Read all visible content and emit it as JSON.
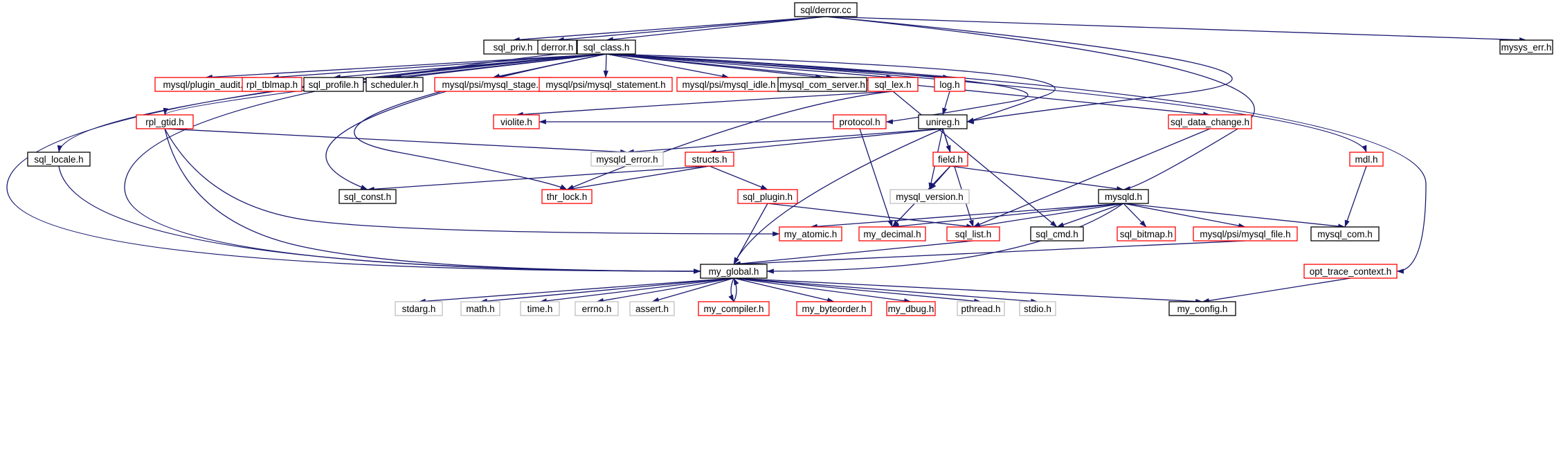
{
  "colors": {
    "edge": "#191970",
    "root_fill": "#bfbfbf",
    "border_black": "#000000",
    "border_red": "#ff0000",
    "border_gray": "#bfbfbf"
  },
  "graph": {
    "nodes": [
      {
        "id": "derror_cc",
        "label": "sql/derror.cc",
        "kind": "root"
      },
      {
        "id": "sql_priv_h",
        "label": "sql_priv.h",
        "kind": "black"
      },
      {
        "id": "derror_h",
        "label": "derror.h",
        "kind": "black"
      },
      {
        "id": "sql_class_h",
        "label": "sql_class.h",
        "kind": "black"
      },
      {
        "id": "mysys_err_h",
        "label": "mysys_err.h",
        "kind": "black"
      },
      {
        "id": "plugin_audit_h",
        "label": "mysql/plugin_audit.h",
        "kind": "red"
      },
      {
        "id": "rpl_tblmap_h",
        "label": "rpl_tblmap.h",
        "kind": "red"
      },
      {
        "id": "sql_profile_h",
        "label": "sql_profile.h",
        "kind": "black"
      },
      {
        "id": "scheduler_h",
        "label": "scheduler.h",
        "kind": "black"
      },
      {
        "id": "psi_stage_h",
        "label": "mysql/psi/mysql_stage.h",
        "kind": "red"
      },
      {
        "id": "psi_statement_h",
        "label": "mysql/psi/mysql_statement.h",
        "kind": "red"
      },
      {
        "id": "psi_idle_h",
        "label": "mysql/psi/mysql_idle.h",
        "kind": "red"
      },
      {
        "id": "mysql_com_server_h",
        "label": "mysql_com_server.h",
        "kind": "black"
      },
      {
        "id": "sql_lex_h",
        "label": "sql_lex.h",
        "kind": "red"
      },
      {
        "id": "log_h",
        "label": "log.h",
        "kind": "red"
      },
      {
        "id": "violite_h",
        "label": "violite.h",
        "kind": "red"
      },
      {
        "id": "protocol_h",
        "label": "protocol.h",
        "kind": "red"
      },
      {
        "id": "unireg_h",
        "label": "unireg.h",
        "kind": "black"
      },
      {
        "id": "sql_data_change_h",
        "label": "sql_data_change.h",
        "kind": "red"
      },
      {
        "id": "rpl_gtid_h",
        "label": "rpl_gtid.h",
        "kind": "red"
      },
      {
        "id": "sql_locale_h",
        "label": "sql_locale.h",
        "kind": "black"
      },
      {
        "id": "mysqld_error_h",
        "label": "mysqld_error.h",
        "kind": "gray"
      },
      {
        "id": "structs_h",
        "label": "structs.h",
        "kind": "red"
      },
      {
        "id": "field_h",
        "label": "field.h",
        "kind": "red"
      },
      {
        "id": "mdl_h",
        "label": "mdl.h",
        "kind": "red"
      },
      {
        "id": "sql_const_h",
        "label": "sql_const.h",
        "kind": "black"
      },
      {
        "id": "thr_lock_h",
        "label": "thr_lock.h",
        "kind": "red"
      },
      {
        "id": "mysql_version_h",
        "label": "mysql_version.h",
        "kind": "gray"
      },
      {
        "id": "sql_plugin_h",
        "label": "sql_plugin.h",
        "kind": "red"
      },
      {
        "id": "mysqld_h",
        "label": "mysqld.h",
        "kind": "black"
      },
      {
        "id": "my_atomic_h",
        "label": "my_atomic.h",
        "kind": "red"
      },
      {
        "id": "my_decimal_h",
        "label": "my_decimal.h",
        "kind": "red"
      },
      {
        "id": "sql_list_h",
        "label": "sql_list.h",
        "kind": "red"
      },
      {
        "id": "sql_cmd_h",
        "label": "sql_cmd.h",
        "kind": "black"
      },
      {
        "id": "sql_bitmap_h",
        "label": "sql_bitmap.h",
        "kind": "red"
      },
      {
        "id": "psi_file_h",
        "label": "mysql/psi/mysql_file.h",
        "kind": "red"
      },
      {
        "id": "mysql_com_h",
        "label": "mysql_com.h",
        "kind": "black"
      },
      {
        "id": "opt_trace_context_h",
        "label": "opt_trace_context.h",
        "kind": "red"
      },
      {
        "id": "my_global_h",
        "label": "my_global.h",
        "kind": "black"
      },
      {
        "id": "stdarg_h",
        "label": "stdarg.h",
        "kind": "gray"
      },
      {
        "id": "math_h",
        "label": "math.h",
        "kind": "gray"
      },
      {
        "id": "time_h",
        "label": "time.h",
        "kind": "gray"
      },
      {
        "id": "errno_h",
        "label": "errno.h",
        "kind": "gray"
      },
      {
        "id": "assert_h",
        "label": "assert.h",
        "kind": "gray"
      },
      {
        "id": "my_compiler_h",
        "label": "my_compiler.h",
        "kind": "red"
      },
      {
        "id": "my_byteorder_h",
        "label": "my_byteorder.h",
        "kind": "red"
      },
      {
        "id": "my_dbug_h",
        "label": "my_dbug.h",
        "kind": "red"
      },
      {
        "id": "pthread_h",
        "label": "pthread.h",
        "kind": "gray"
      },
      {
        "id": "stdio_h",
        "label": "stdio.h",
        "kind": "gray"
      },
      {
        "id": "my_config_h",
        "label": "my_config.h",
        "kind": "black"
      }
    ],
    "edges": [
      [
        "derror_cc",
        "sql_priv_h"
      ],
      [
        "derror_cc",
        "derror_h"
      ],
      [
        "derror_cc",
        "sql_class_h"
      ],
      [
        "derror_cc",
        "mysys_err_h"
      ],
      [
        "derror_cc",
        "unireg_h"
      ],
      [
        "derror_cc",
        "mysqld_h"
      ],
      [
        "derror_h",
        "my_global_h"
      ],
      [
        "sql_class_h",
        "plugin_audit_h"
      ],
      [
        "sql_class_h",
        "rpl_tblmap_h"
      ],
      [
        "sql_class_h",
        "sql_profile_h"
      ],
      [
        "sql_class_h",
        "scheduler_h"
      ],
      [
        "sql_class_h",
        "psi_stage_h"
      ],
      [
        "sql_class_h",
        "psi_statement_h"
      ],
      [
        "sql_class_h",
        "psi_idle_h"
      ],
      [
        "sql_class_h",
        "mysql_com_server_h"
      ],
      [
        "sql_class_h",
        "sql_lex_h"
      ],
      [
        "sql_class_h",
        "log_h"
      ],
      [
        "sql_class_h",
        "protocol_h"
      ],
      [
        "sql_class_h",
        "unireg_h"
      ],
      [
        "sql_class_h",
        "sql_data_change_h"
      ],
      [
        "sql_class_h",
        "rpl_gtid_h"
      ],
      [
        "sql_class_h",
        "sql_locale_h"
      ],
      [
        "sql_class_h",
        "sql_const_h"
      ],
      [
        "sql_class_h",
        "thr_lock_h"
      ],
      [
        "sql_class_h",
        "mdl_h"
      ],
      [
        "sql_class_h",
        "opt_trace_context_h"
      ],
      [
        "sql_class_h",
        "my_global_h"
      ],
      [
        "sql_lex_h",
        "violite_h"
      ],
      [
        "sql_lex_h",
        "thr_lock_h"
      ],
      [
        "sql_lex_h",
        "sql_cmd_h"
      ],
      [
        "log_h",
        "unireg_h"
      ],
      [
        "protocol_h",
        "violite_h"
      ],
      [
        "protocol_h",
        "my_decimal_h"
      ],
      [
        "unireg_h",
        "mysqld_error_h"
      ],
      [
        "unireg_h",
        "structs_h"
      ],
      [
        "unireg_h",
        "field_h"
      ],
      [
        "unireg_h",
        "mysql_version_h"
      ],
      [
        "unireg_h",
        "sql_list_h"
      ],
      [
        "unireg_h",
        "my_global_h"
      ],
      [
        "sql_data_change_h",
        "sql_list_h"
      ],
      [
        "rpl_gtid_h",
        "mysqld_error_h"
      ],
      [
        "rpl_gtid_h",
        "my_atomic_h"
      ],
      [
        "rpl_gtid_h",
        "my_global_h"
      ],
      [
        "sql_locale_h",
        "my_global_h"
      ],
      [
        "structs_h",
        "sql_const_h"
      ],
      [
        "structs_h",
        "thr_lock_h"
      ],
      [
        "structs_h",
        "sql_plugin_h"
      ],
      [
        "field_h",
        "mysql_version_h"
      ],
      [
        "field_h",
        "my_decimal_h"
      ],
      [
        "field_h",
        "mysqld_h"
      ],
      [
        "mdl_h",
        "mysql_com_h"
      ],
      [
        "sql_plugin_h",
        "sql_list_h"
      ],
      [
        "sql_plugin_h",
        "my_global_h"
      ],
      [
        "mysqld_h",
        "my_atomic_h"
      ],
      [
        "mysqld_h",
        "my_decimal_h"
      ],
      [
        "mysqld_h",
        "sql_list_h"
      ],
      [
        "mysqld_h",
        "sql_cmd_h"
      ],
      [
        "mysqld_h",
        "sql_bitmap_h"
      ],
      [
        "mysqld_h",
        "psi_file_h"
      ],
      [
        "mysqld_h",
        "mysql_com_h"
      ],
      [
        "mysqld_h",
        "my_global_h"
      ],
      [
        "sql_list_h",
        "my_global_h"
      ],
      [
        "psi_file_h",
        "my_global_h"
      ],
      [
        "opt_trace_context_h",
        "my_config_h"
      ],
      [
        "my_global_h",
        "stdarg_h"
      ],
      [
        "my_global_h",
        "math_h"
      ],
      [
        "my_global_h",
        "time_h"
      ],
      [
        "my_global_h",
        "errno_h"
      ],
      [
        "my_global_h",
        "assert_h"
      ],
      [
        "my_global_h",
        "my_compiler_h"
      ],
      [
        "my_global_h",
        "my_byteorder_h"
      ],
      [
        "my_global_h",
        "my_dbug_h"
      ],
      [
        "my_global_h",
        "pthread_h"
      ],
      [
        "my_global_h",
        "stdio_h"
      ],
      [
        "my_global_h",
        "my_config_h"
      ],
      [
        "my_compiler_h",
        "my_global_h"
      ]
    ]
  }
}
